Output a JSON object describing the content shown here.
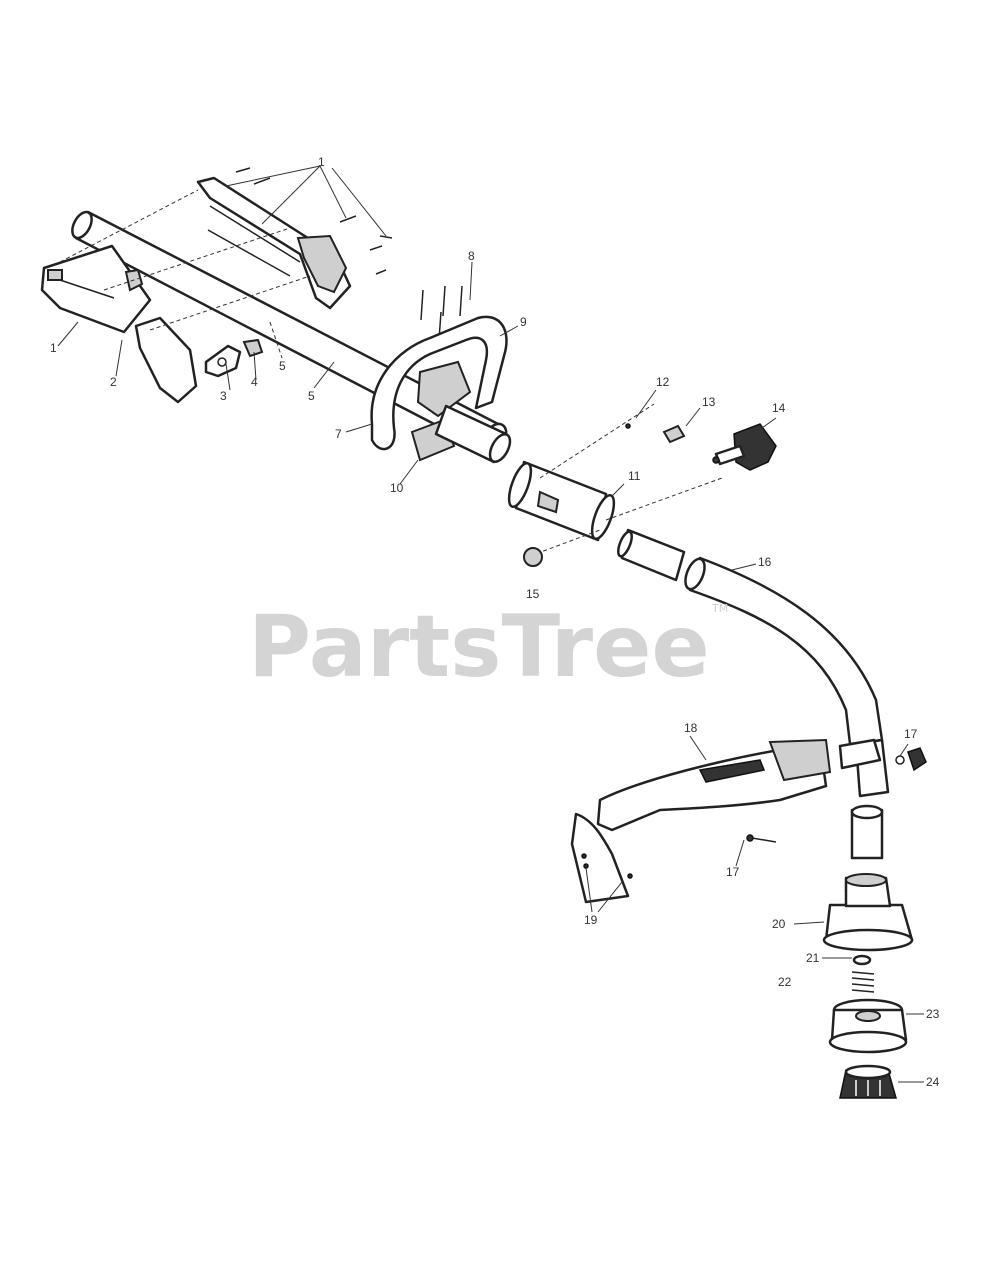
{
  "watermark": {
    "text": "PartsTree",
    "trademark": "TM"
  },
  "callouts": {
    "c1a": "1",
    "c1b": "1",
    "c2": "2",
    "c3": "3",
    "c4": "4",
    "c5a": "5",
    "c5b": "5",
    "c7": "7",
    "c8": "8",
    "c9": "9",
    "c10": "10",
    "c11": "11",
    "c12": "12",
    "c13": "13",
    "c14": "14",
    "c15": "15",
    "c16": "16",
    "c17a": "17",
    "c17b": "17",
    "c18": "18",
    "c19": "19",
    "c20": "20",
    "c21": "21",
    "c22": "22",
    "c23": "23",
    "c24": "24"
  },
  "colors": {
    "line": "#222222",
    "watermark": "#d4d4d4",
    "background": "#ffffff"
  }
}
